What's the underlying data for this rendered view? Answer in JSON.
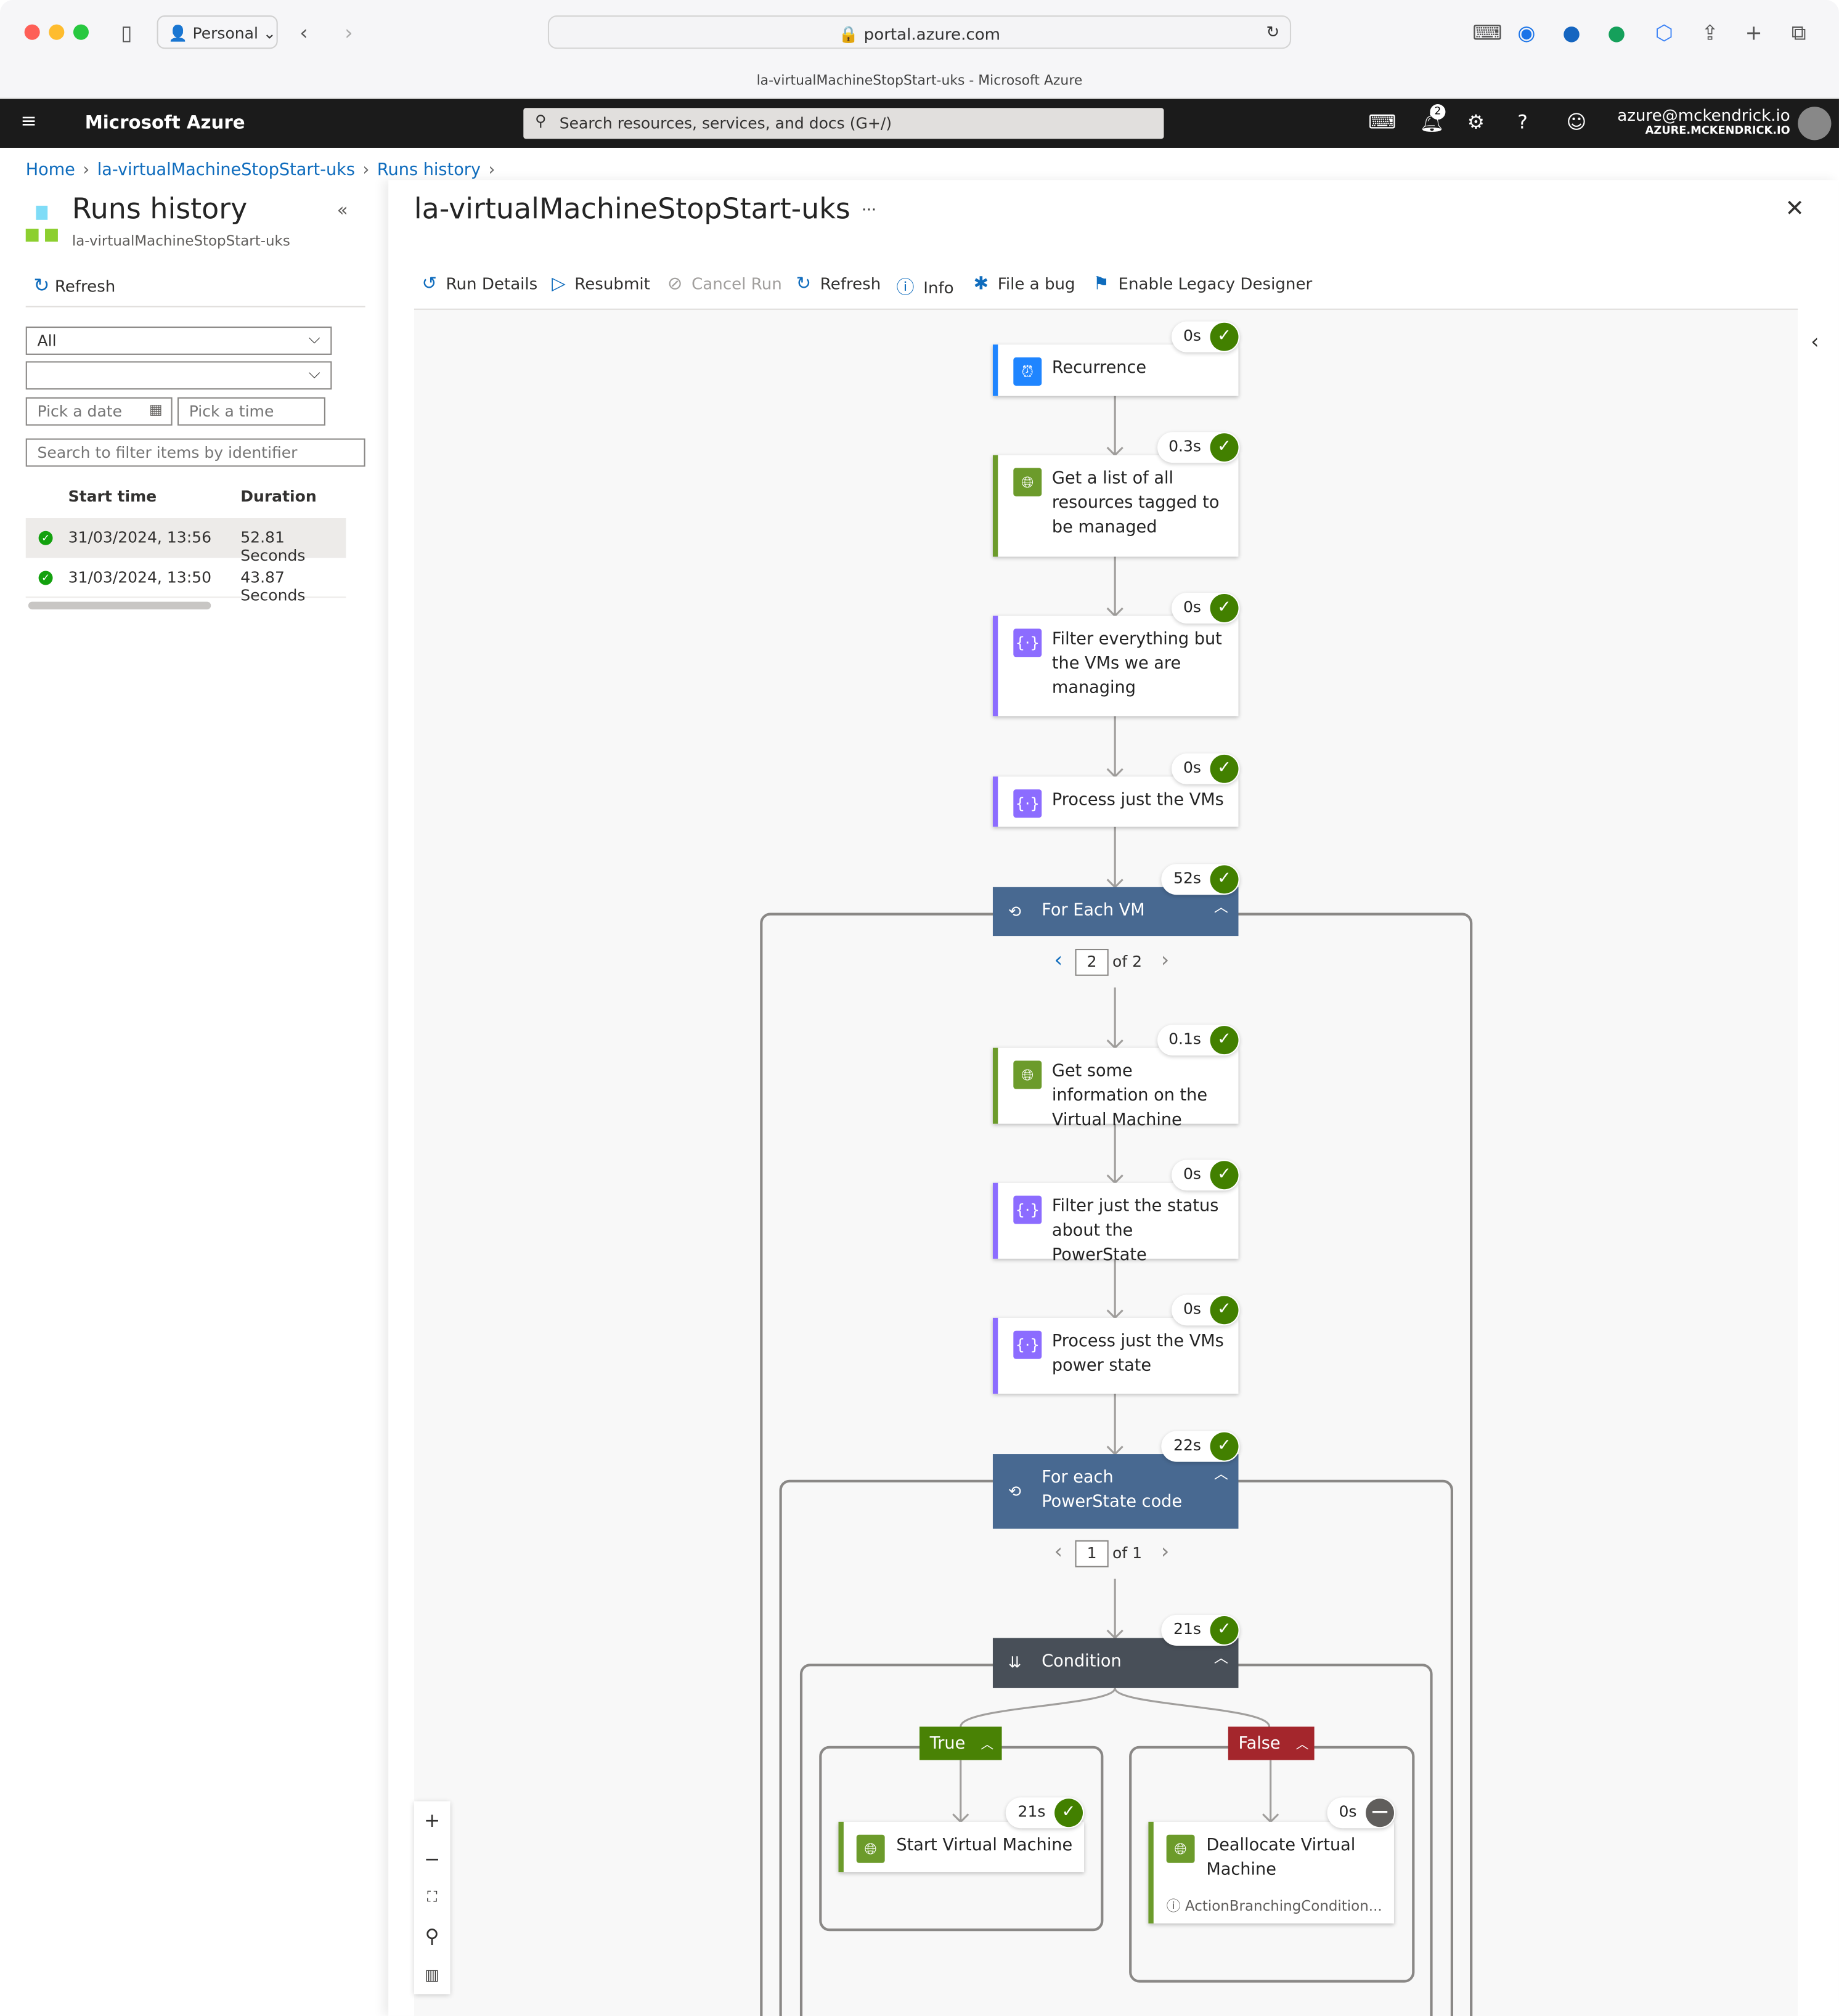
{
  "browser": {
    "profile": "Personal",
    "url": "portal.azure.com",
    "tab_title": "la-virtualMachineStopStart-uks - Microsoft Azure"
  },
  "azure": {
    "brand": "Microsoft Azure",
    "search_placeholder": "Search resources, services, and docs (G+/)",
    "notifications_count": "2",
    "user_email": "azure@mckendrick.io",
    "user_directory": "AZURE.MCKENDRICK.IO"
  },
  "breadcrumb": [
    "Home",
    "la-virtualMachineStopStart-uks",
    "Runs history"
  ],
  "left": {
    "title": "Runs history",
    "subtitle": "la-virtualMachineStopStart-uks",
    "refresh": "Refresh",
    "status_filter": "All",
    "second_filter": "",
    "date_placeholder": "Pick a date",
    "time_placeholder": "Pick a time",
    "identifier_placeholder": "Search to filter items by identifier",
    "columns": [
      "Start time",
      "Duration"
    ],
    "runs": [
      {
        "start": "31/03/2024, 13:56",
        "duration": "52.81 Seconds",
        "status": "succeeded"
      },
      {
        "start": "31/03/2024, 13:50",
        "duration": "43.87 Seconds",
        "status": "succeeded"
      }
    ]
  },
  "main": {
    "title": "la-virtualMachineStopStart-uks",
    "more": "···",
    "toolbar": [
      "Run Details",
      "Resubmit",
      "Cancel Run",
      "Refresh",
      "Info",
      "File a bug",
      "Enable Legacy Designer"
    ]
  },
  "flow": {
    "nodes": [
      {
        "label": "Recurrence",
        "duration": "0s",
        "status": "succeeded"
      },
      {
        "label": "Get a list of all resources tagged to be managed",
        "duration": "0.3s",
        "status": "succeeded"
      },
      {
        "label": "Filter everything but the VMs we are managing",
        "duration": "0s",
        "status": "succeeded"
      },
      {
        "label": "Process just the VMs",
        "duration": "0s",
        "status": "succeeded"
      },
      {
        "label": "For Each VM",
        "duration": "52s",
        "status": "succeeded"
      },
      {
        "label": "Get some information on the Virtual Machine",
        "duration": "0.1s",
        "status": "succeeded"
      },
      {
        "label": "Filter just the status about the PowerState",
        "duration": "0s",
        "status": "succeeded"
      },
      {
        "label": "Process just the VMs power state",
        "duration": "0s",
        "status": "succeeded"
      },
      {
        "label": "For each PowerState code",
        "duration": "22s",
        "status": "succeeded"
      },
      {
        "label": "Condition",
        "duration": "21s",
        "status": "succeeded"
      },
      {
        "label": "Start Virtual Machine",
        "duration": "21s",
        "status": "succeeded"
      },
      {
        "label": "Deallocate Virtual Machine",
        "duration": "0s",
        "status": "skipped",
        "note": "ActionBranchingCondition..."
      }
    ],
    "pager_vm": {
      "current": "2",
      "of": "of 2"
    },
    "pager_ps": {
      "current": "1",
      "of": "of 1"
    },
    "true_label": "True",
    "false_label": "False"
  },
  "colors": {
    "trigger": "#1f85ff",
    "http": "#6c9b2b",
    "compose": "#8c6cff",
    "foreach": "#486991",
    "condition": "#484f58",
    "true": "#498205",
    "false": "#a4262c",
    "success": "#428000",
    "skipped": "#605e5c"
  }
}
